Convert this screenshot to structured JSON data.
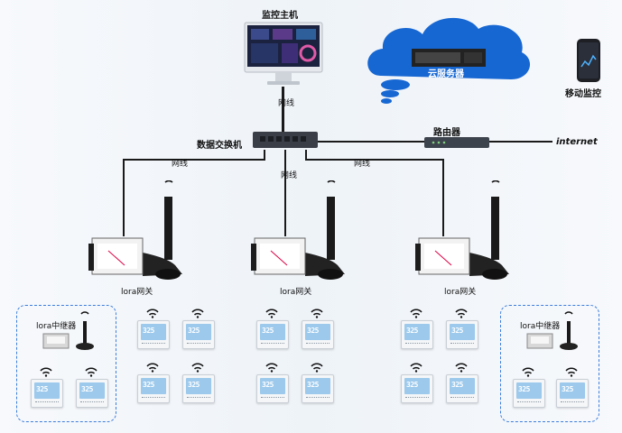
{
  "labels": {
    "host": "监控主机",
    "cloud": "云服务器",
    "mobile": "移动监控",
    "switch": "数据交换机",
    "router": "路由器",
    "internet": "internet",
    "net_cable": "网线",
    "gateway": "lora网关",
    "repeater": "lora中继器"
  },
  "thermostat_reading": "325",
  "colors": {
    "cloud": "#1767d3",
    "dashed_border": "#3b7ddd",
    "wire": "#1a1a1a",
    "screen": "#9cc9ec"
  },
  "icons": [
    "monitor-icon",
    "cloud-server-icon",
    "phone-icon",
    "switch-icon",
    "router-icon",
    "gateway-icon",
    "antenna-icon",
    "wifi-icon",
    "repeater-icon",
    "thermostat-icon"
  ]
}
